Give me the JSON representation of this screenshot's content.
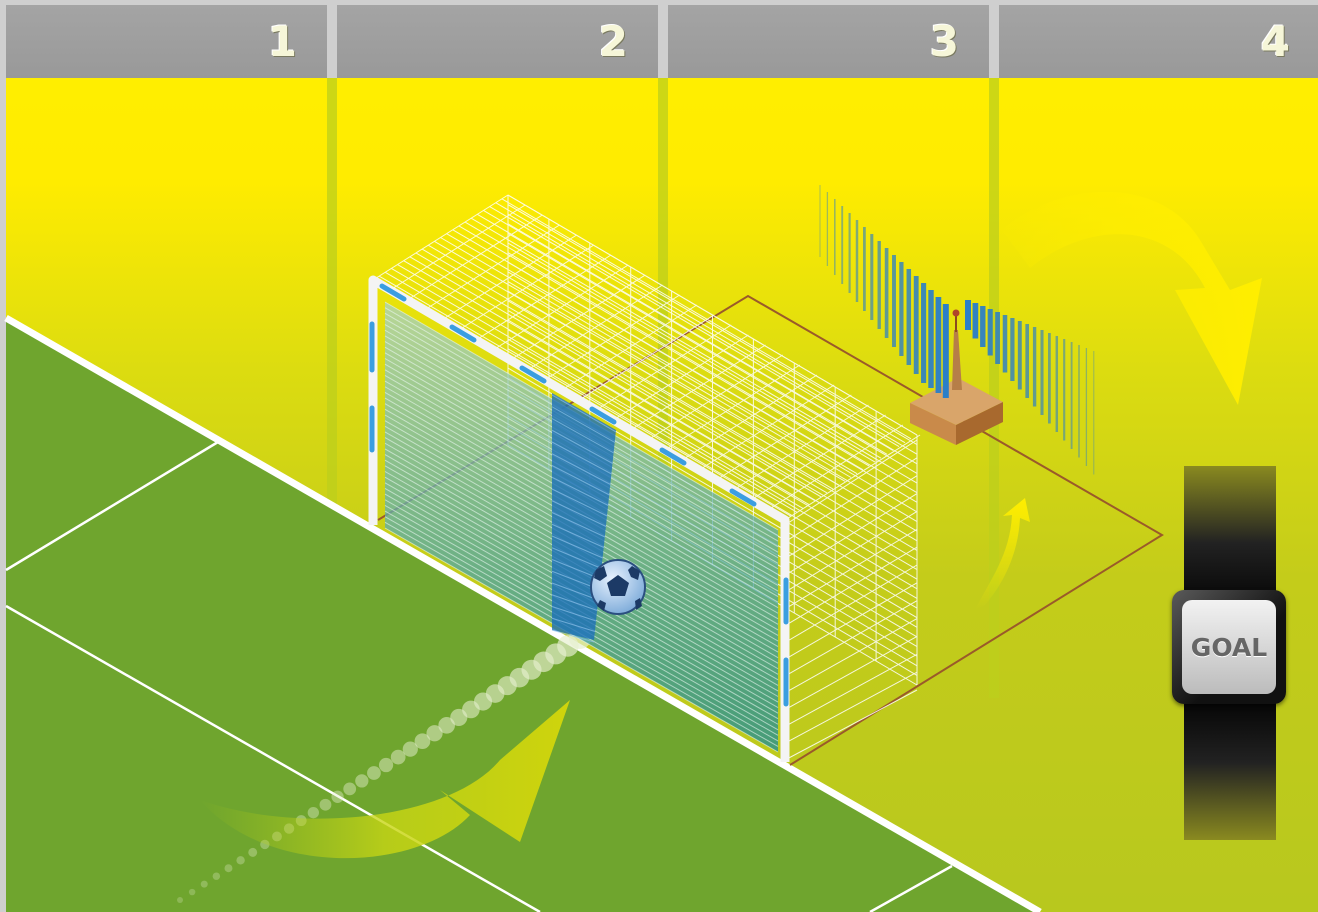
{
  "steps": [
    {
      "number": "1"
    },
    {
      "number": "2"
    },
    {
      "number": "3"
    },
    {
      "number": "4"
    }
  ],
  "watch": {
    "label": "GOAL"
  },
  "colors": {
    "header": "#9e9e9e",
    "step_number": "#f6f6d8",
    "sky_yellow": "#ffee00",
    "ground_olive": "#b8c81e",
    "pitch_green": "#6fa52e",
    "goal_frame": "#f4f4f4",
    "goal_markers": "#3b9ee0",
    "camera_box": "#c98a4a",
    "signal_waves": "#2b7fc8",
    "arrows": "#ffee00"
  },
  "icons": [
    "soccer-ball-icon",
    "sensor-icon",
    "signal-waves-icon",
    "curved-arrow-icon",
    "smartwatch-icon"
  ]
}
